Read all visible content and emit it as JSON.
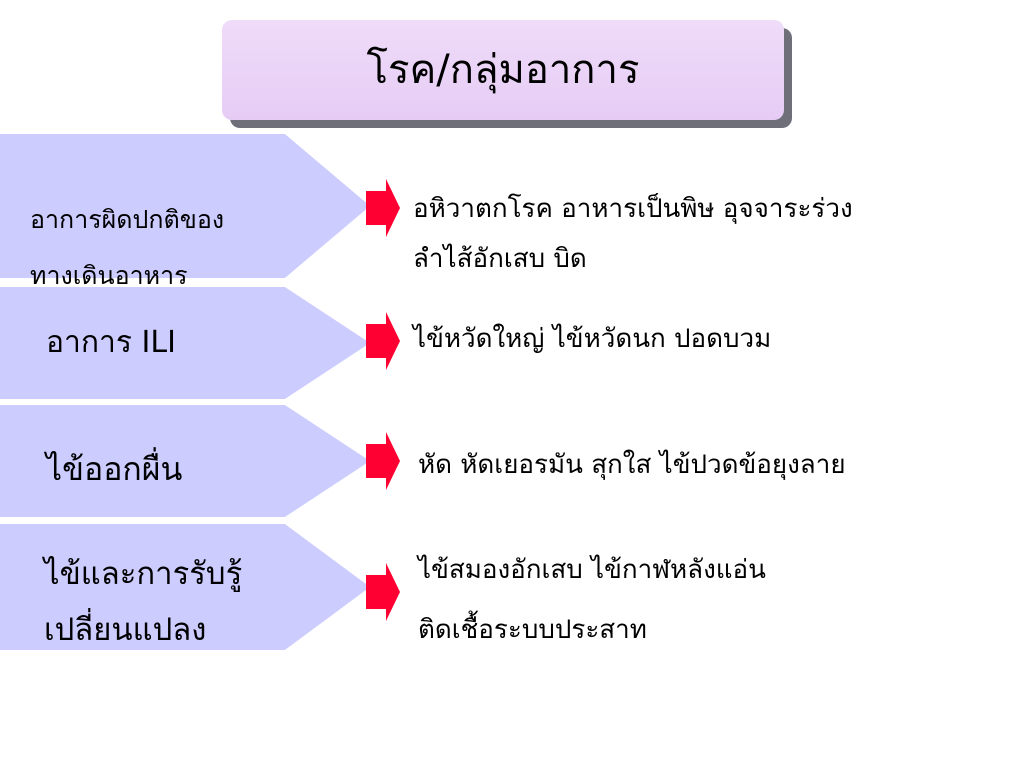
{
  "title": "โรค/กลุ่มอาการ",
  "colors": {
    "title_bg": "#e9d2f7",
    "title_shadow": "#6f6f7a",
    "chevron": "#ccccff",
    "arrow": "#ff0033"
  },
  "rows": [
    {
      "label_lines": [
        "อาการผิดปกติของ",
        "ทางเดินอาหาร"
      ],
      "desc_lines": [
        "อหิวาตกโรค อาหารเป็นพิษ อุจจาระร่วง",
        " ลำไส้อักเสบ บิด"
      ]
    },
    {
      "label_lines": [
        "อาการ ILI"
      ],
      "desc_lines": [
        "ไข้หวัดใหญ่ ไข้หวัดนก ปอดบวม"
      ]
    },
    {
      "label_lines": [
        "ไข้ออกผื่น"
      ],
      "desc_lines": [
        "หัด หัดเยอรมัน สุกใส ไข้ปวดข้อยุงลาย"
      ]
    },
    {
      "label_lines": [
        "ไข้และการรับรู้",
        " เปลี่ยนแปลง"
      ],
      "desc_lines": [
        "ไข้สมองอักเสบ ไข้กาฬหลังแอ่น",
        "ติดเชื้อระบบประสาท"
      ]
    }
  ]
}
